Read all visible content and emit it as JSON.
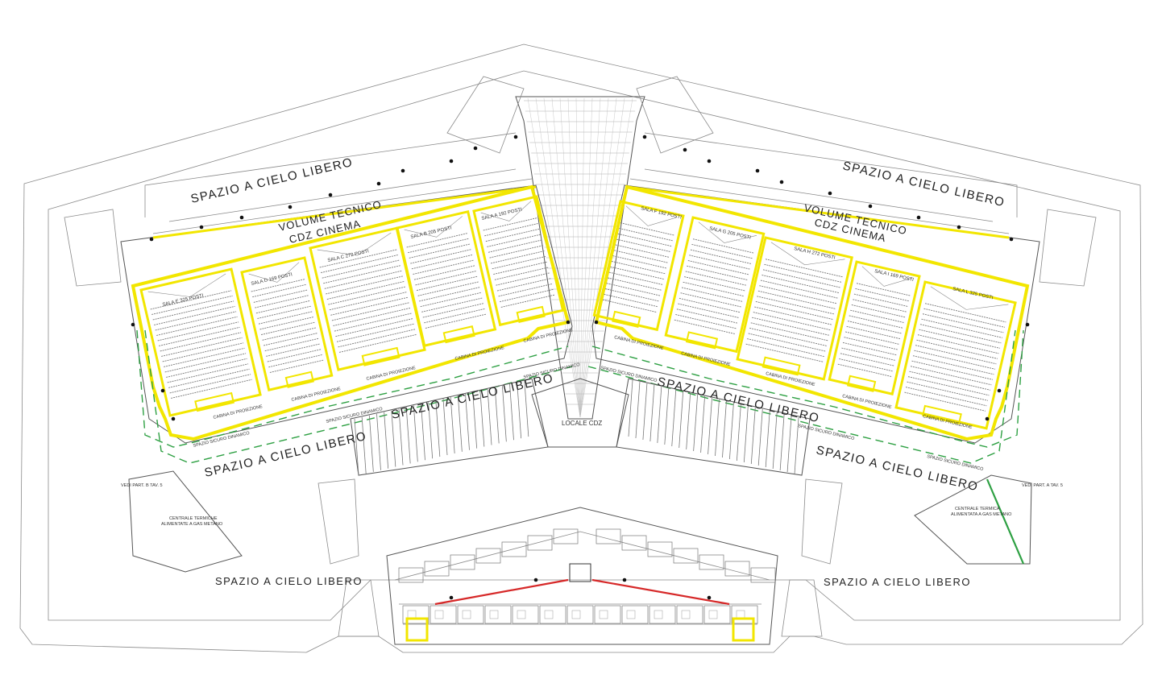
{
  "labels": {
    "open_space": "SPAZIO A CIELO LIBERO",
    "volume_tecnico": "VOLUME TECNICO",
    "cdz_cinema": "CDZ CINEMA",
    "locale_cdz": "LOCALE CDZ",
    "spazio_sicuro": "SPAZIO SICURO DINAMICO",
    "cabina": "CABINA DI PROIEZIONE",
    "centrale_left_1": "CENTRALE TERMICHE",
    "centrale_left_2": "ALIMENTATE A GAS METANO",
    "centrale_right_1": "CENTRALE TERMICA",
    "centrale_right_2": "ALIMENTATA A GAS METANO",
    "vedi_left": "VEDI PART. B TAV. 5",
    "vedi_right": "VEDI PART. A TAV. 5"
  },
  "halls_left": [
    "SALA E 325 POSTI",
    "SALA D 169 POSTI",
    "SALA C 272 POSTI",
    "SALA B 205 POSTI",
    "SALA A 192 POSTI"
  ],
  "halls_right": [
    "SALA F 192 POSTI",
    "SALA G 205 POSTI",
    "SALA H 272 POSTI",
    "SALA I 169 POSTI",
    "SALA L 325 POSTI"
  ],
  "colors": {
    "fire_compartment": "#f2e600",
    "escape_route": "#2ea043",
    "fire_wall": "#d62828",
    "linework": "#8a8a8a"
  }
}
